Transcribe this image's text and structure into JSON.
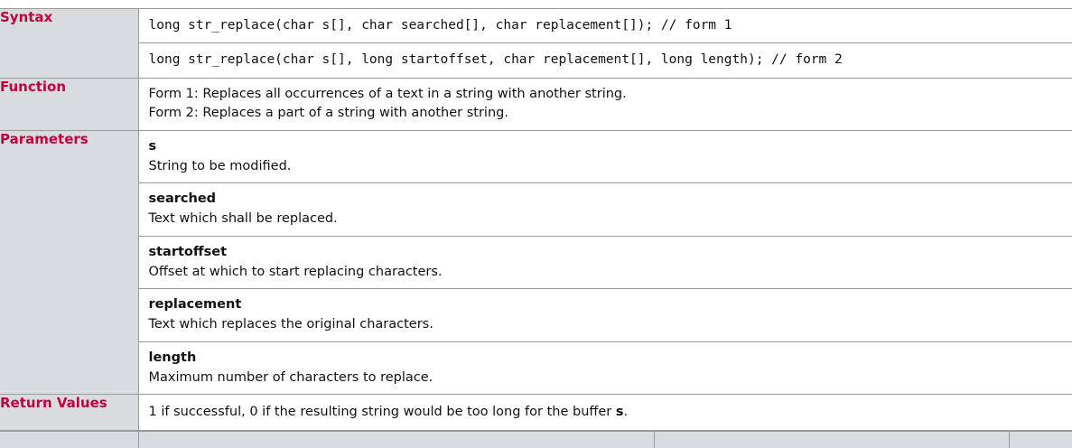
{
  "table": {
    "rows": [
      {
        "label": "Syntax",
        "lines": [
          "long str_replace(char s[], char searched[], char replacement[]); // form 1",
          "long str_replace(char s[], long startoffset, char replacement[], long length); // form 2"
        ]
      },
      {
        "label": "Function",
        "lines": [
          "Form 1: Replaces all occurrences of a text in a string with another string.",
          "Form 2: Replaces a part of a string with another string."
        ]
      },
      {
        "label": "Parameters",
        "params": [
          {
            "name": "s",
            "desc": "String to be modified."
          },
          {
            "name": "searched",
            "desc": "Text which shall be replaced."
          },
          {
            "name": "startoffset",
            "desc": "Offset at which to start replacing characters."
          },
          {
            "name": "replacement",
            "desc": "Text which replaces the original characters."
          },
          {
            "name": "length",
            "desc": "Maximum number of characters to replace."
          }
        ]
      },
      {
        "label": "Return Values",
        "return_text_before": "1 if successful, 0 if the resulting string would be too long for the buffer ",
        "return_emphasis": "s",
        "return_text_after": "."
      }
    ]
  },
  "colors": {
    "label_text": "#c10040",
    "label_background": "#d8dcde",
    "border": "#9a9a9a",
    "body_text": "#111111",
    "content_background": "#ffffff"
  }
}
